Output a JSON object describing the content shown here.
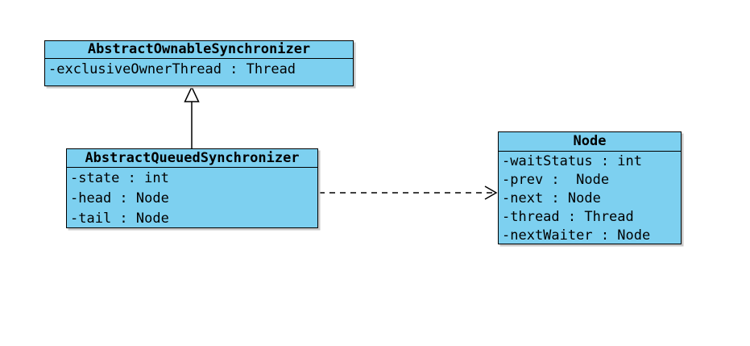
{
  "diagram": {
    "type": "uml-class-diagram",
    "classes": [
      {
        "name": "AbstractOwnableSynchronizer",
        "attributes": [
          "-exclusiveOwnerThread : Thread"
        ]
      },
      {
        "name": "AbstractQueuedSynchronizer",
        "attributes": [
          "-state : int",
          "-head : Node",
          "-tail : Node"
        ]
      },
      {
        "name": "Node",
        "attributes": [
          "-waitStatus : int",
          "-prev :  Node",
          "-next : Node",
          "-thread : Thread",
          "-nextWaiter : Node"
        ]
      }
    ],
    "relations": [
      {
        "type": "generalization",
        "from": "AbstractQueuedSynchronizer",
        "to": "AbstractOwnableSynchronizer",
        "style": "solid-line-hollow-triangle"
      },
      {
        "type": "dependency",
        "from": "AbstractQueuedSynchronizer",
        "to": "Node",
        "style": "dashed-line-open-arrow"
      }
    ]
  },
  "colors": {
    "class_fill": "#7dd0f0",
    "border": "#000000",
    "shadow": "#c9c9c9",
    "canvas_bg": "#ffffff"
  }
}
